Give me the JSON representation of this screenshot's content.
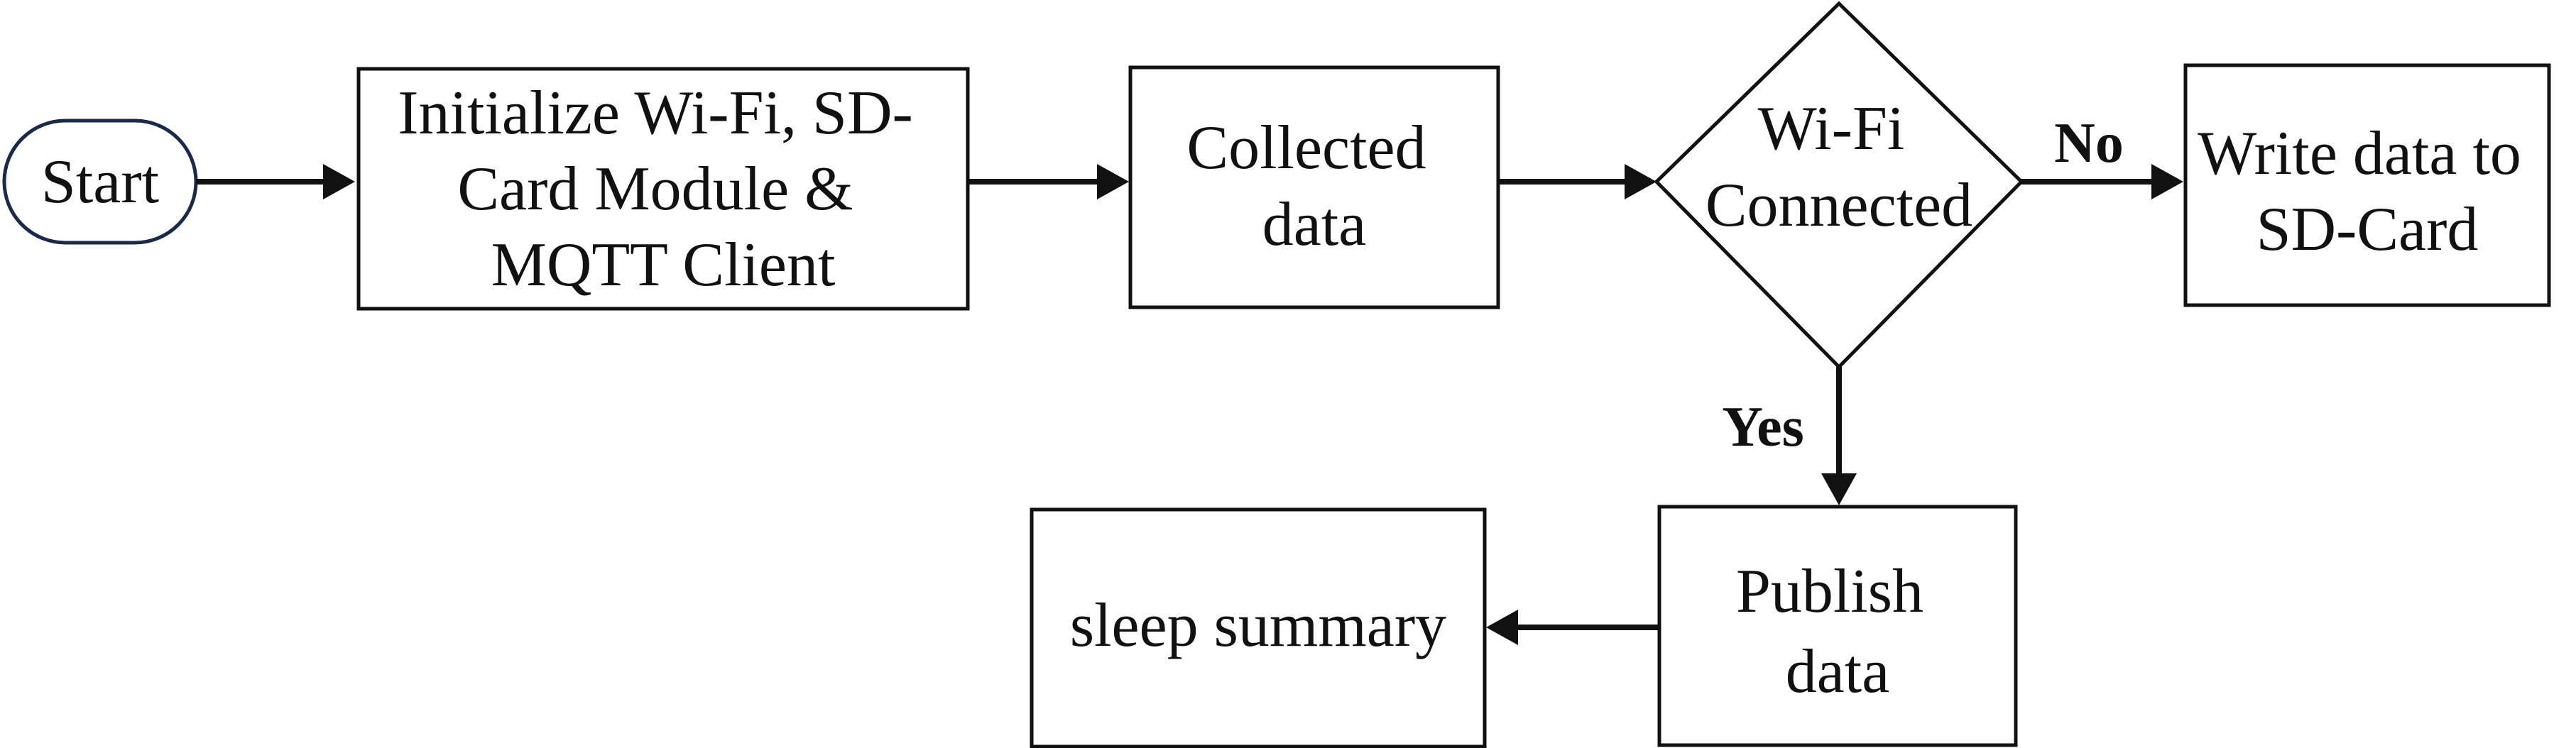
{
  "diagram": {
    "nodes": {
      "start": {
        "lines": [
          "Start"
        ]
      },
      "init": {
        "lines": [
          "Initialize Wi-Fi, SD-",
          "Card Module &",
          "MQTT Client"
        ]
      },
      "collect": {
        "lines": [
          "Collected",
          "data"
        ]
      },
      "decision": {
        "lines": [
          "Wi-Fi",
          "Connected"
        ]
      },
      "write_sd": {
        "lines": [
          "Write data to",
          "SD-Card"
        ]
      },
      "publish": {
        "lines": [
          "Publish",
          "data"
        ]
      },
      "sleep": {
        "lines": [
          "sleep summary"
        ]
      }
    },
    "edges": {
      "no_label": "No",
      "yes_label": "Yes"
    }
  }
}
